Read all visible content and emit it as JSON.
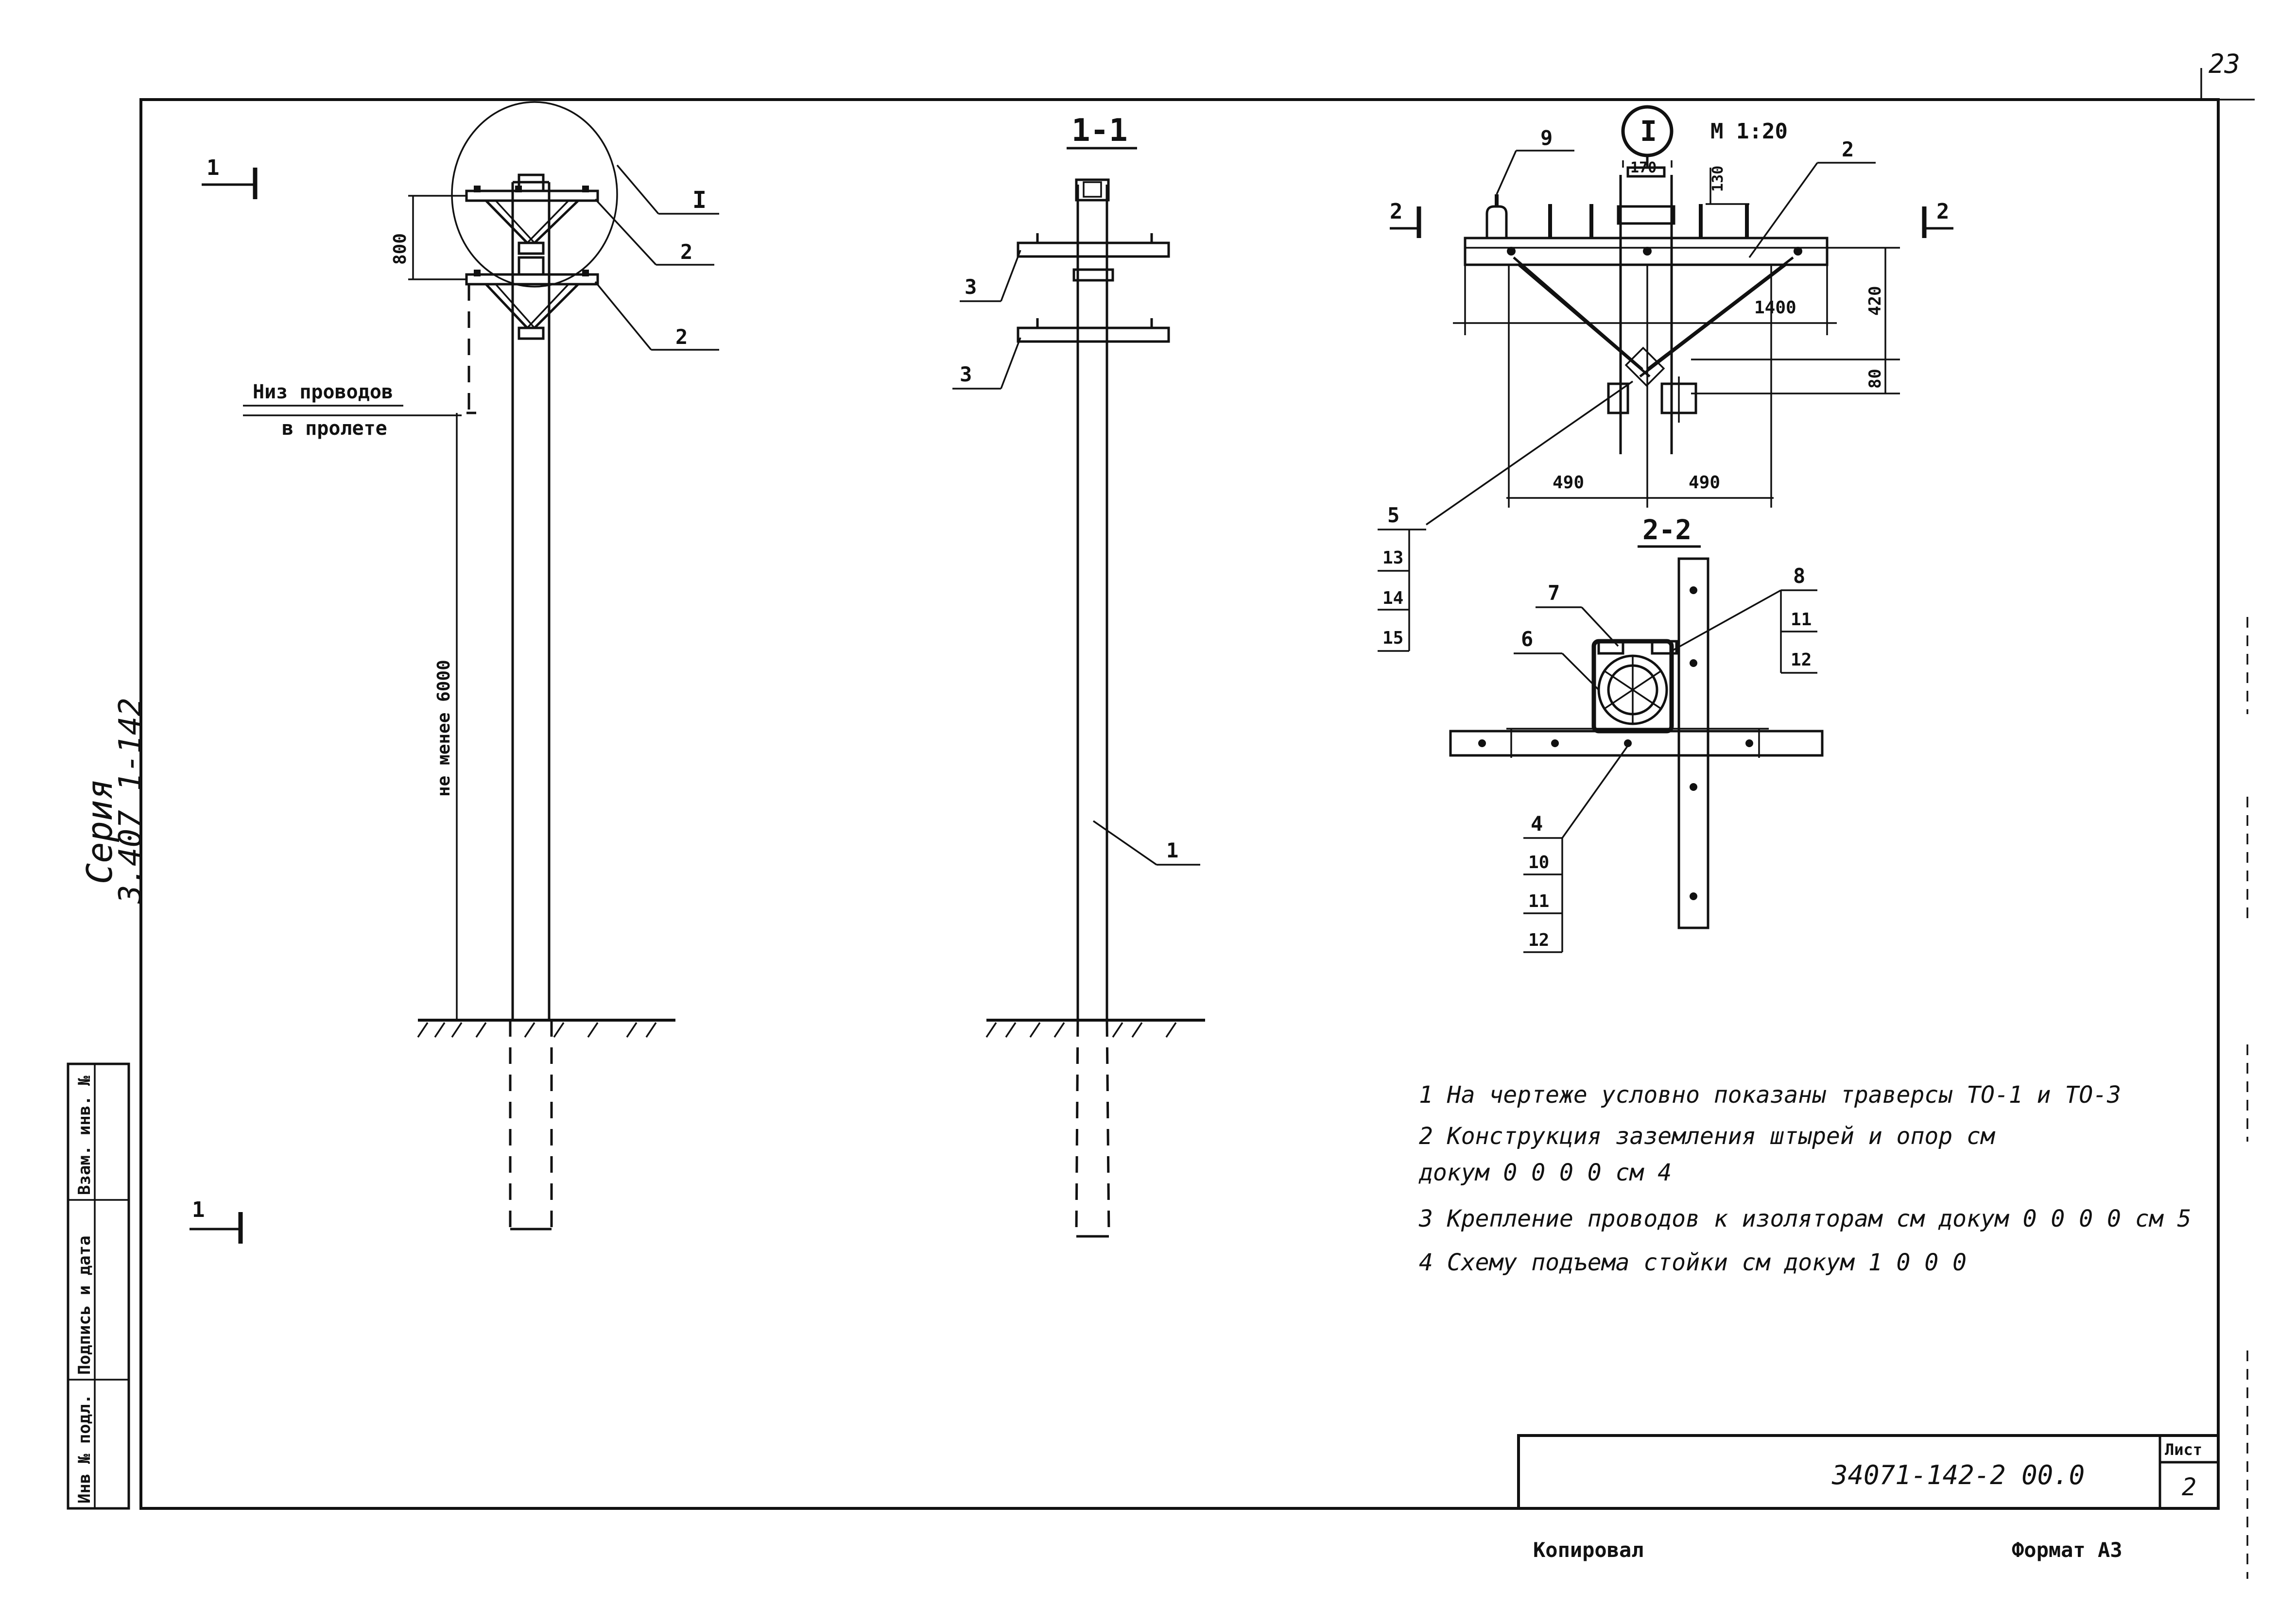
{
  "sheet": {
    "page_number": "23",
    "series_label": "Серия",
    "series_number": "3.407 1-142",
    "side_stamp": [
      "Инв № подл.",
      "Подпись и дата",
      "Взам. инв. №"
    ]
  },
  "view_main": {
    "section_mark": "1",
    "detail_mark": "I",
    "leader_labels": [
      "2",
      "2"
    ],
    "wire_note_line1": "Низ проводов",
    "wire_note_line2": "в пролете",
    "dim_crossarm_spacing": "800",
    "dim_height": "не менее 6000"
  },
  "view_section_1_1": {
    "title": "1-1",
    "leader_labels": [
      "3",
      "3",
      "1"
    ]
  },
  "view_detail_I": {
    "detail_mark": "I",
    "scale": "М 1:20",
    "section_mark": "2",
    "leader_labels": [
      "9",
      "2"
    ],
    "dim_top": "170",
    "dim_pin": "130",
    "dim_1400": "1400",
    "dim_420": "420",
    "dim_80": "80",
    "dim_left": "490",
    "dim_right": "490",
    "callout_5": [
      "5",
      "13",
      "14",
      "15"
    ]
  },
  "view_section_2_2": {
    "title": "2-2",
    "leader_labels": [
      "7",
      "6"
    ],
    "callout_8": [
      "8",
      "11",
      "12"
    ],
    "callout_4": [
      "4",
      "10",
      "11",
      "12"
    ]
  },
  "notes": [
    "1 На чертеже условно показаны траверсы ТО-1 и ТО-3",
    "2 Конструкция заземления штырей и опор см",
    "   докум 0 0 0 0 см 4",
    "3 Крепление проводов к изоляторам см докум 0 0 0 0 см 5",
    "4 Схему подъема стойки см докум 1 0 0 0"
  ],
  "title_block": {
    "doc_code": "34071-142-2 00.0",
    "sheet_label": "Лист",
    "sheet_number": "2",
    "copied_by": "Копировал",
    "format": "Формат А3"
  }
}
